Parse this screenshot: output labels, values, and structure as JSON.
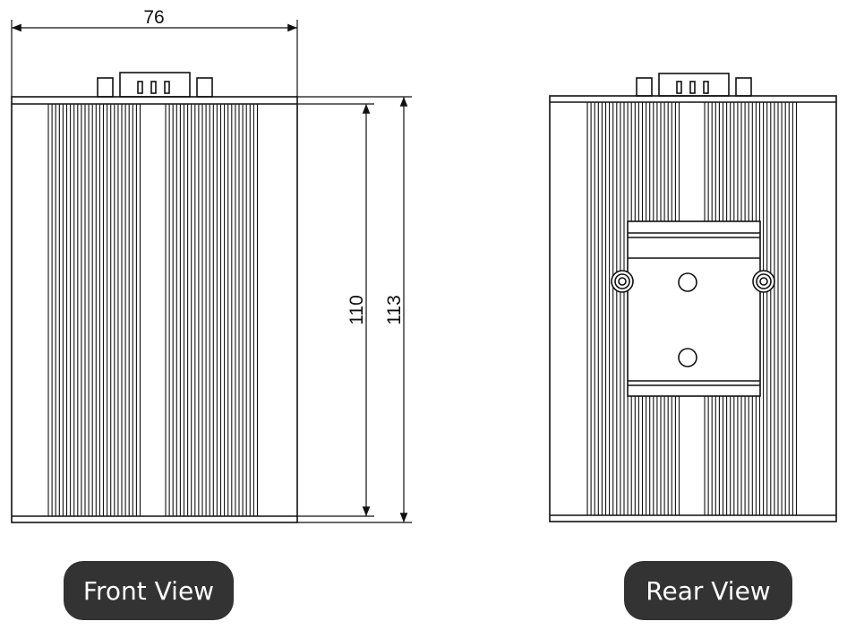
{
  "dimensions": {
    "width": "76",
    "inner_height": "110",
    "outer_height": "113"
  },
  "labels": {
    "front": "Front View",
    "rear": "Rear View"
  },
  "colors": {
    "line": "#111111",
    "label_bg": "#333333",
    "label_text": "#ffffff"
  }
}
